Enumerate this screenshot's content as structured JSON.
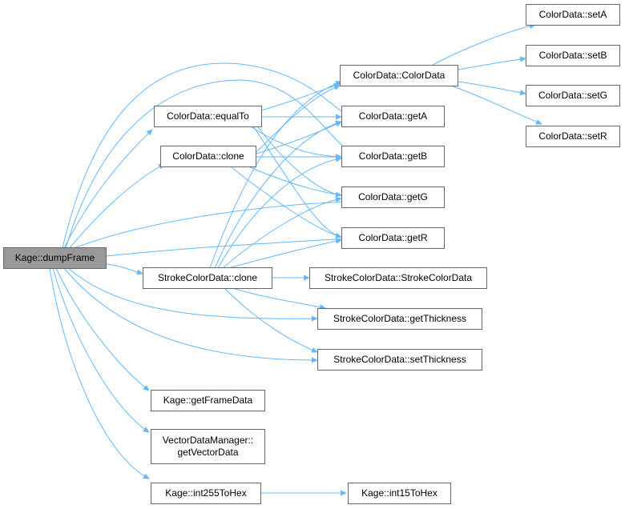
{
  "colors": {
    "edge": "#63b8ff",
    "node_border": "#666666",
    "root_fill": "#999999"
  },
  "nodes": {
    "dumpFrame": "Kage::dumpFrame",
    "equalTo": "ColorData::equalTo",
    "clone": "ColorData::clone",
    "ctor": "ColorData::ColorData",
    "setA": "ColorData::setA",
    "setB": "ColorData::setB",
    "setG": "ColorData::setG",
    "setR": "ColorData::setR",
    "getA": "ColorData::getA",
    "getB": "ColorData::getB",
    "getG": "ColorData::getG",
    "getR": "ColorData::getR",
    "scdClone": "StrokeColorData::clone",
    "scdCtor": "StrokeColorData::StrokeColorData",
    "getThickness": "StrokeColorData::getThickness",
    "setThickness": "StrokeColorData::setThickness",
    "getFrameData": "Kage::getFrameData",
    "vdmLine1": "VectorDataManager::",
    "vdmLine2": "getVectorData",
    "int255": "Kage::int255ToHex",
    "int15": "Kage::int15ToHex"
  }
}
